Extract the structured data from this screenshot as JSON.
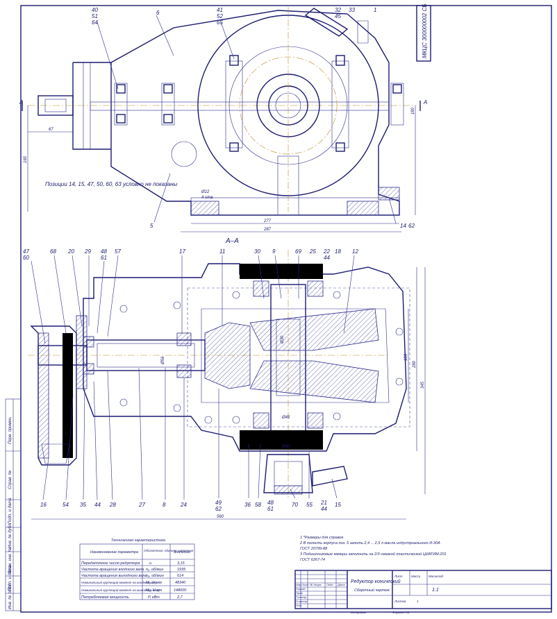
{
  "drawing_code": "МКЦС 300000002 СБ",
  "section_label": "А–А",
  "section_marks": [
    "А",
    "А"
  ],
  "note_not_shown": "Позиции 14, 15, 47, 50, 60, 63 условно не показаны",
  "top_balloons": [
    "40",
    "51",
    "64",
    "6",
    "41",
    "52",
    "65",
    "32",
    "45",
    "33",
    "1"
  ],
  "top_bottom_balloons": [
    "5",
    "14",
    "62"
  ],
  "dims_top": [
    "67",
    "160",
    "277",
    "287",
    "180",
    "Ø22",
    "4 отв"
  ],
  "section_top_balloons": [
    "47",
    "60",
    "68",
    "20",
    "29",
    "48",
    "61",
    "57",
    "17",
    "11",
    "30",
    "9",
    "69",
    "25",
    "22",
    "44",
    "18",
    "12"
  ],
  "section_bottom_balloons": [
    "16",
    "54",
    "35",
    "44",
    "28",
    "27",
    "8",
    "24",
    "49",
    "62",
    "36",
    "58",
    "48",
    "61",
    "70",
    "55",
    "21",
    "44",
    "15"
  ],
  "dims_section": [
    "560",
    "186",
    "280",
    "345",
    "Ø56",
    "Ø30",
    "Ø45",
    "Ø60"
  ],
  "notes": [
    "1   *Размеры для справок",
    "2   В полость корпуса поз. 5 залить 2,4 ... 2,5 л масла индустриального И-30А",
    "     ГОСТ 20799-88",
    "3   Подшипниковые камеры заполнить на 2/3 смазкой пластической ЦИАТИМ-201",
    "     ГОСТ 6267-74"
  ],
  "tech_table": {
    "title": "Техническая характеристика",
    "headers": [
      "Наименование параметра",
      "Обозначение, единица измерения",
      "Значение"
    ],
    "rows": [
      [
        "Передаточное число редуктора",
        "u",
        "3,15"
      ],
      [
        "Частота вращения входного вала",
        "n₁, об/мин",
        "1935"
      ],
      [
        "Частота вращения выходного вала",
        "n₂, об/мин",
        "614"
      ],
      [
        "Номинальный крутящий момент на входном валу",
        "M₁, Н·мм",
        "48340"
      ],
      [
        "Номинальный крутящий момент на выходном валу",
        "M₂, Н·мм",
        "148000"
      ],
      [
        "Потребляемая мощность",
        "P, кВт",
        "2,7"
      ]
    ]
  },
  "title_block": {
    "name": "Редуктор конический",
    "subtitle": "Сборочный чертеж",
    "sheet_label": "Лист",
    "mass_label": "Масса",
    "scale_label": "Масштаб",
    "scale_value": "1:1",
    "sheets_label": "Листов",
    "sheets_value": "1",
    "copied": "Копировал",
    "format": "Формат   А1",
    "roles": [
      "Изм",
      "Лист",
      "№ докум.",
      "Подп.",
      "Дата",
      "Разраб.",
      "Пров.",
      "Т.контр.",
      "Н.контр.",
      "Утв."
    ]
  },
  "side_stamp_labels": [
    "Перв. примен.",
    "Справ. №",
    "Подп. и дата",
    "Инв. № дубл.",
    "Взам. инв. №",
    "Подп. и дата",
    "Инв. № подл."
  ]
}
